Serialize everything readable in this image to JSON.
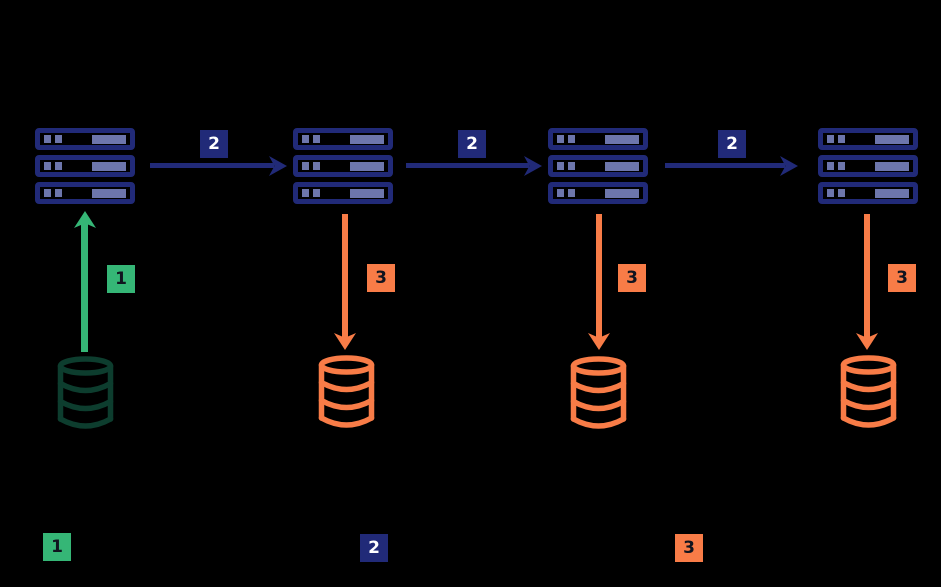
{
  "colors": {
    "background": "#000000",
    "navy": "#212a78",
    "server_detail": "#6d76ac",
    "green": "#35b676",
    "green_dark": "#0d3d2e",
    "orange": "#f87c47",
    "badge_light_text": "#ffffff",
    "badge_dark_text": "#10141f"
  },
  "icons": {
    "server_cluster": "server-stack-icon",
    "database": "database-cylinder-icon",
    "arrow_right": "arrow-right-icon",
    "arrow_up": "arrow-up-icon",
    "arrow_down": "arrow-down-icon"
  },
  "steps": {
    "one": "1",
    "two": "2",
    "three": "3"
  },
  "legend": {
    "items": [
      {
        "label": "1",
        "color": "green"
      },
      {
        "label": "2",
        "color": "navy"
      },
      {
        "label": "3",
        "color": "orange"
      }
    ]
  }
}
